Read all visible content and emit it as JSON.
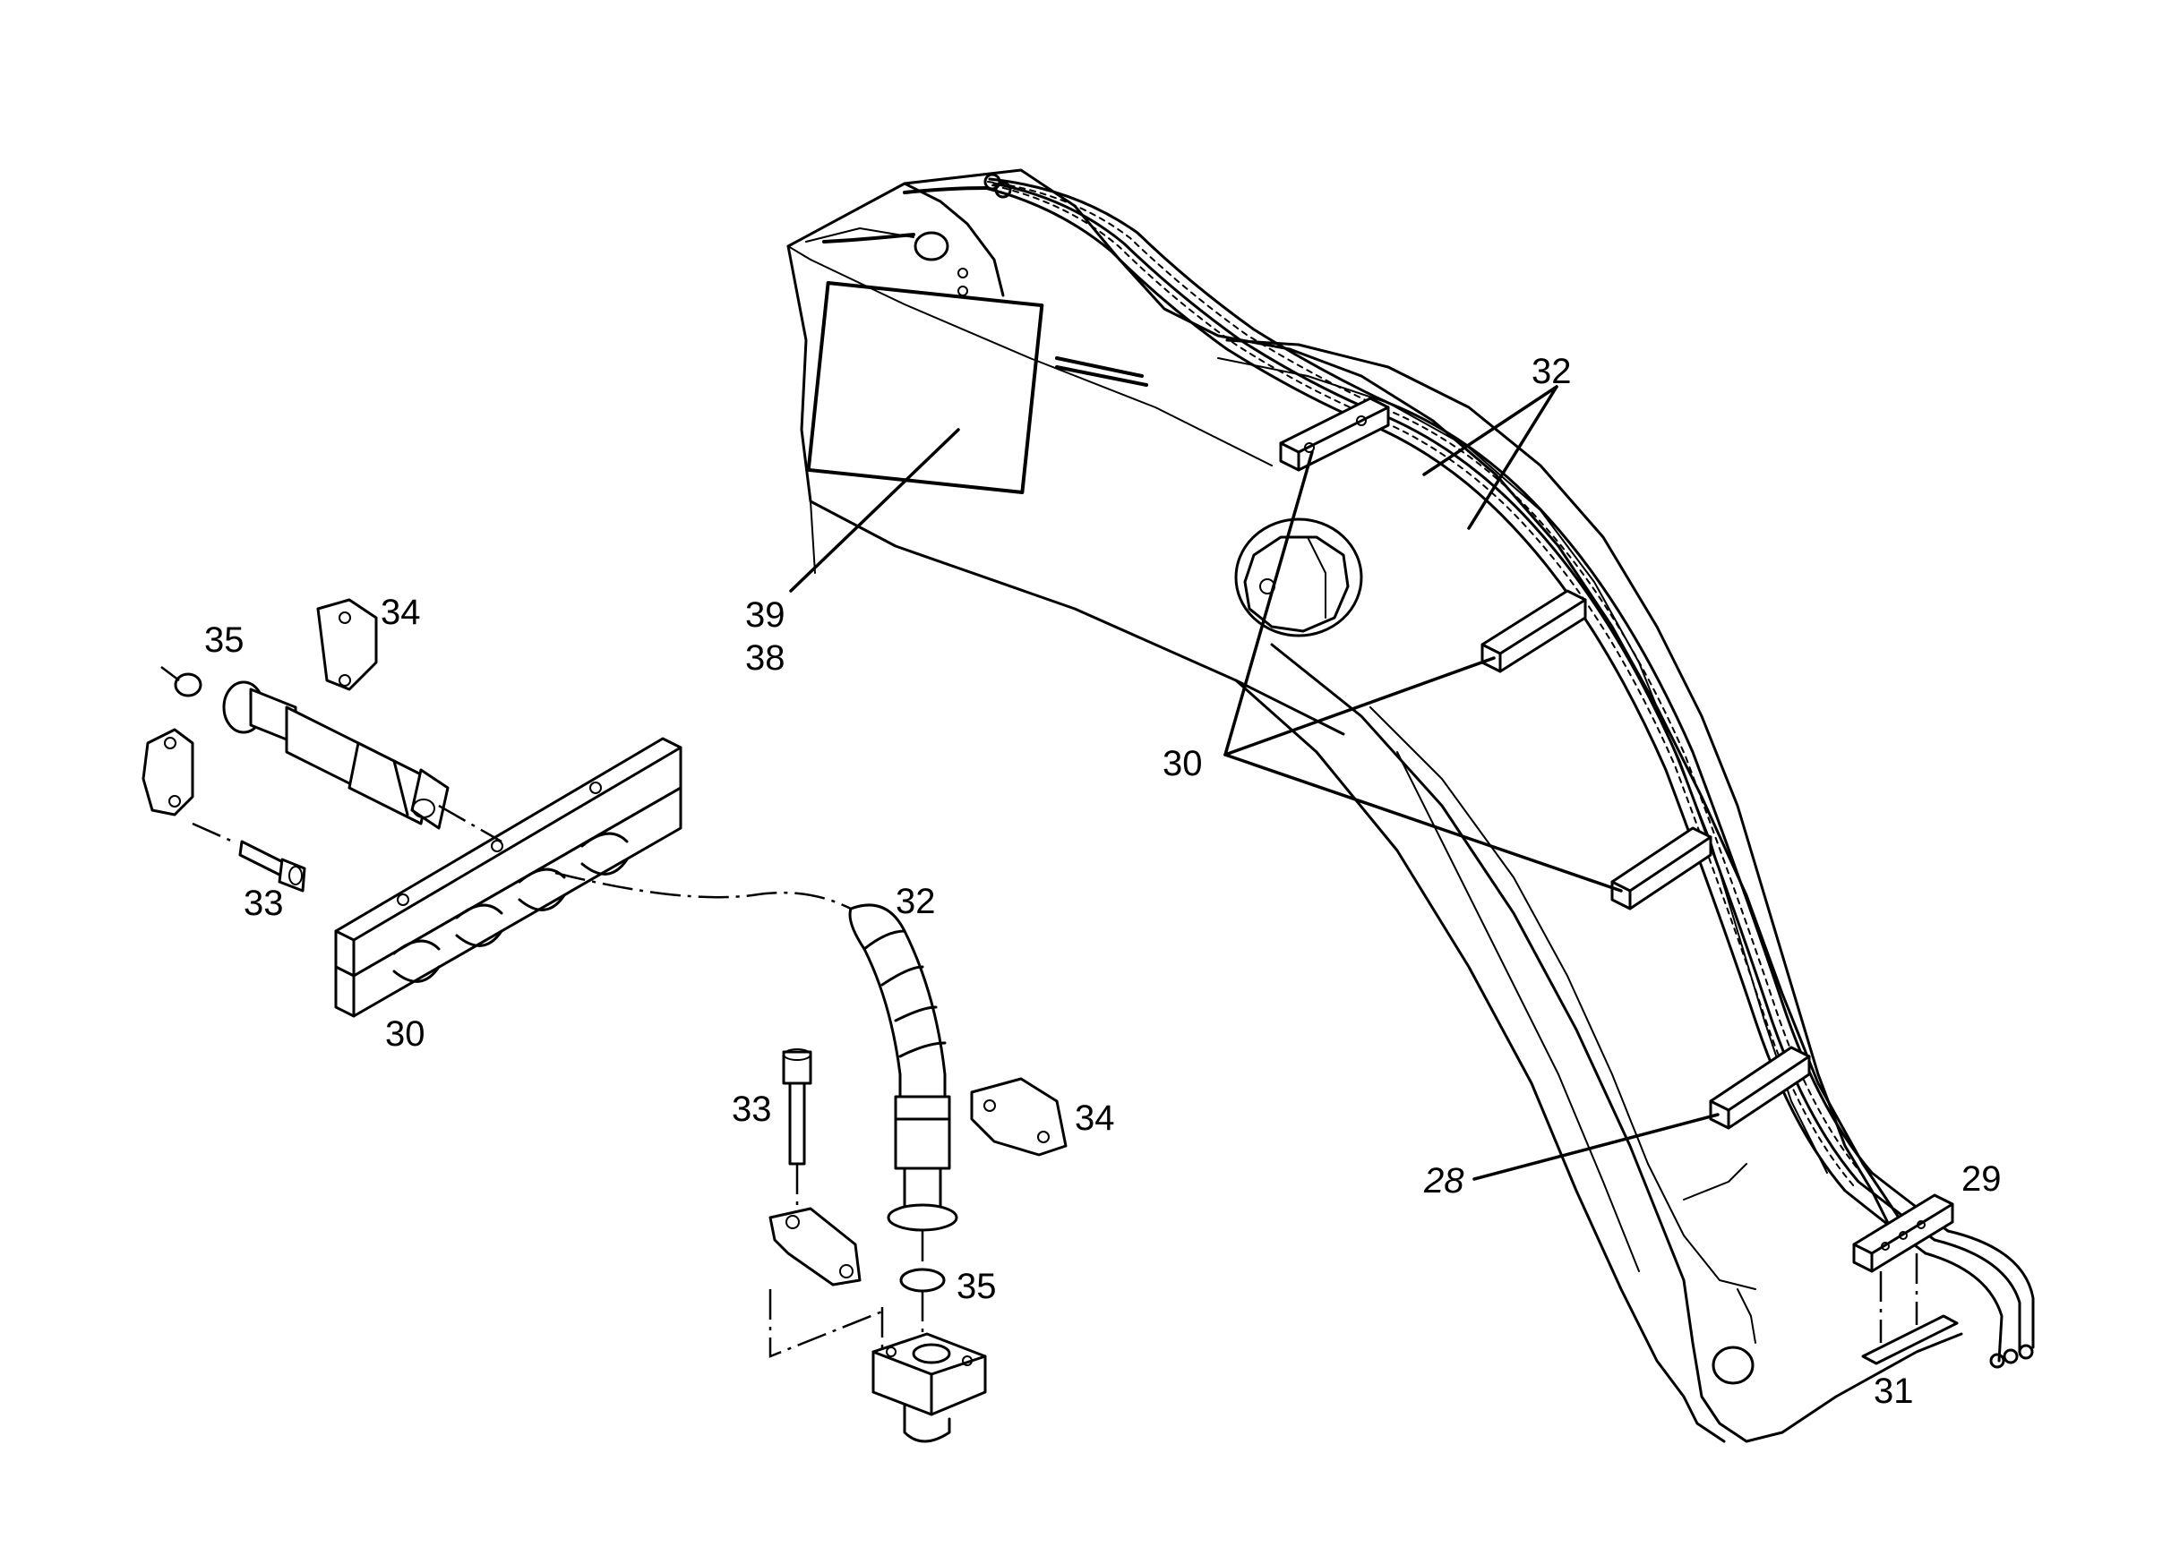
{
  "callouts": {
    "c32_top": "32",
    "c39": "39",
    "c38": "38",
    "c34_left": "34",
    "c35_left": "35",
    "c30_mid": "30",
    "c33_left": "33",
    "c30_bar": "30",
    "c32_hose": "32",
    "c33_bottom": "33",
    "c34_bottom": "34",
    "c35_bottom": "35",
    "c28": "28",
    "c29": "29",
    "c31": "31"
  }
}
